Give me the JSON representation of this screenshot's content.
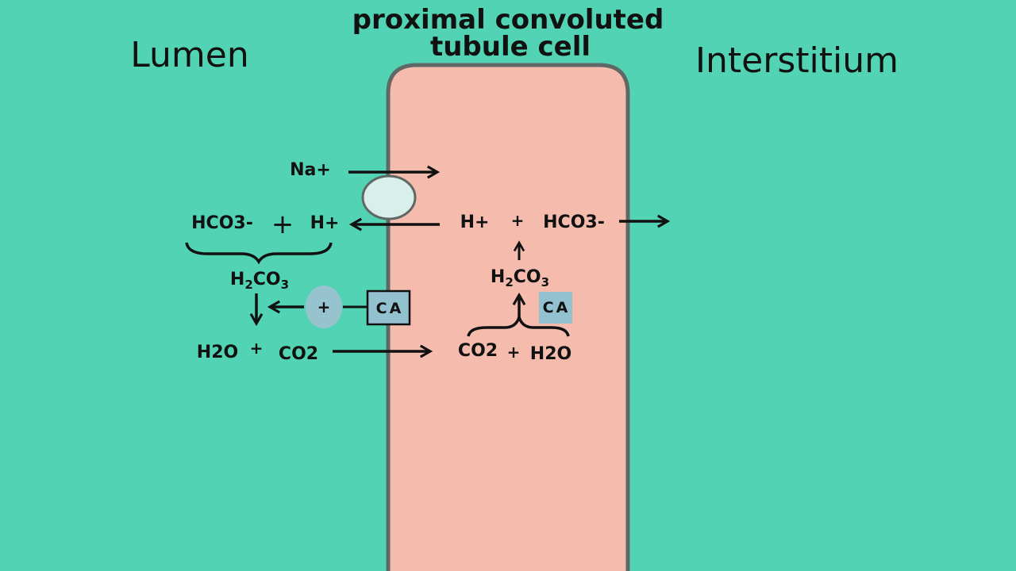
{
  "title": {
    "line1": "proximal convoluted",
    "line2": "tubule cell"
  },
  "regions": {
    "lumen": "Lumen",
    "interstitium": "Interstitium"
  },
  "lumen_side": {
    "na": "Na+",
    "hco3": "HCO3-",
    "plus_big": "+",
    "h": "H+",
    "h2co3": {
      "h": "H",
      "sub1": "2",
      "co": "CO",
      "sub2": "3"
    },
    "enzyme_plus": "+",
    "ca": "CA",
    "h2o": "H2O",
    "plus": "+",
    "co2": "CO2"
  },
  "cell_side": {
    "h": "H+",
    "plus_top": "+",
    "hco3": "HCO3-",
    "h2co3": {
      "h": "H",
      "sub1": "2",
      "co": "CO",
      "sub2": "3"
    },
    "ca": "CA",
    "co2": "CO2",
    "plus": "+",
    "h2o": "H2O"
  },
  "colors": {
    "background": "#52d3b3",
    "cell_fill": "#f5bcae",
    "cell_border": "#5f6865",
    "transporter": "#d9efe9",
    "enzyme_box": "#94c1cf",
    "enzyme_circle": "#97c3cf"
  }
}
